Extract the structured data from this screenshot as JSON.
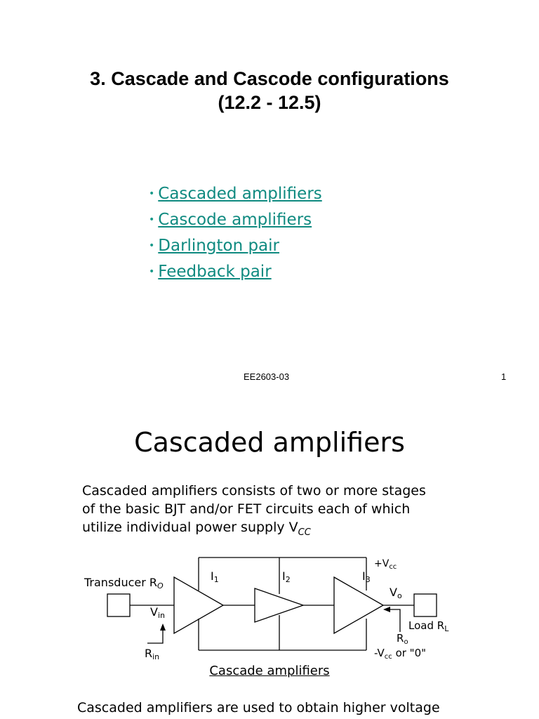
{
  "slide1": {
    "title_line1": "3. Cascade and Cascode configurations",
    "title_line2": "(12.2 - 12.5)",
    "bullets": [
      {
        "label": "Cascaded amplifiers"
      },
      {
        "label": "Cascode amplifiers"
      },
      {
        "label": "Darlington pair"
      },
      {
        "label": "Feedback pair"
      }
    ],
    "footer_code": "EE2603-03",
    "page_number": "1"
  },
  "slide2": {
    "title": "Cascaded amplifiers",
    "paragraph": {
      "line1": "Cascaded amplifiers consists of two or more stages",
      "line2": "of the basic BJT and/or FET circuits each of which",
      "line3_text": "utilize individual power supply V",
      "line3_sub": "CC"
    },
    "circuit": {
      "transducer": "Transducer R",
      "transducer_sub": "O",
      "vin": "V",
      "vin_sub": "in",
      "rin": "R",
      "rin_sub": "in",
      "i1": "I",
      "i1_sub": "1",
      "i2": "I",
      "i2_sub": "2",
      "i3": "I",
      "i3_sub": "3",
      "vcc_pos": "+V",
      "vcc_pos_sub": "cc",
      "vo": "V",
      "vo_sub": "o",
      "load": "Load R",
      "load_sub": "L",
      "ro": "R",
      "ro_sub": "o",
      "vcc_neg": "-V",
      "vcc_neg_sub": "cc",
      "vcc_neg_suffix": " or \"0\""
    },
    "caption": "Cascade amplifiers",
    "bottom_text": "Cascaded amplifiers are used to obtain higher voltage"
  }
}
